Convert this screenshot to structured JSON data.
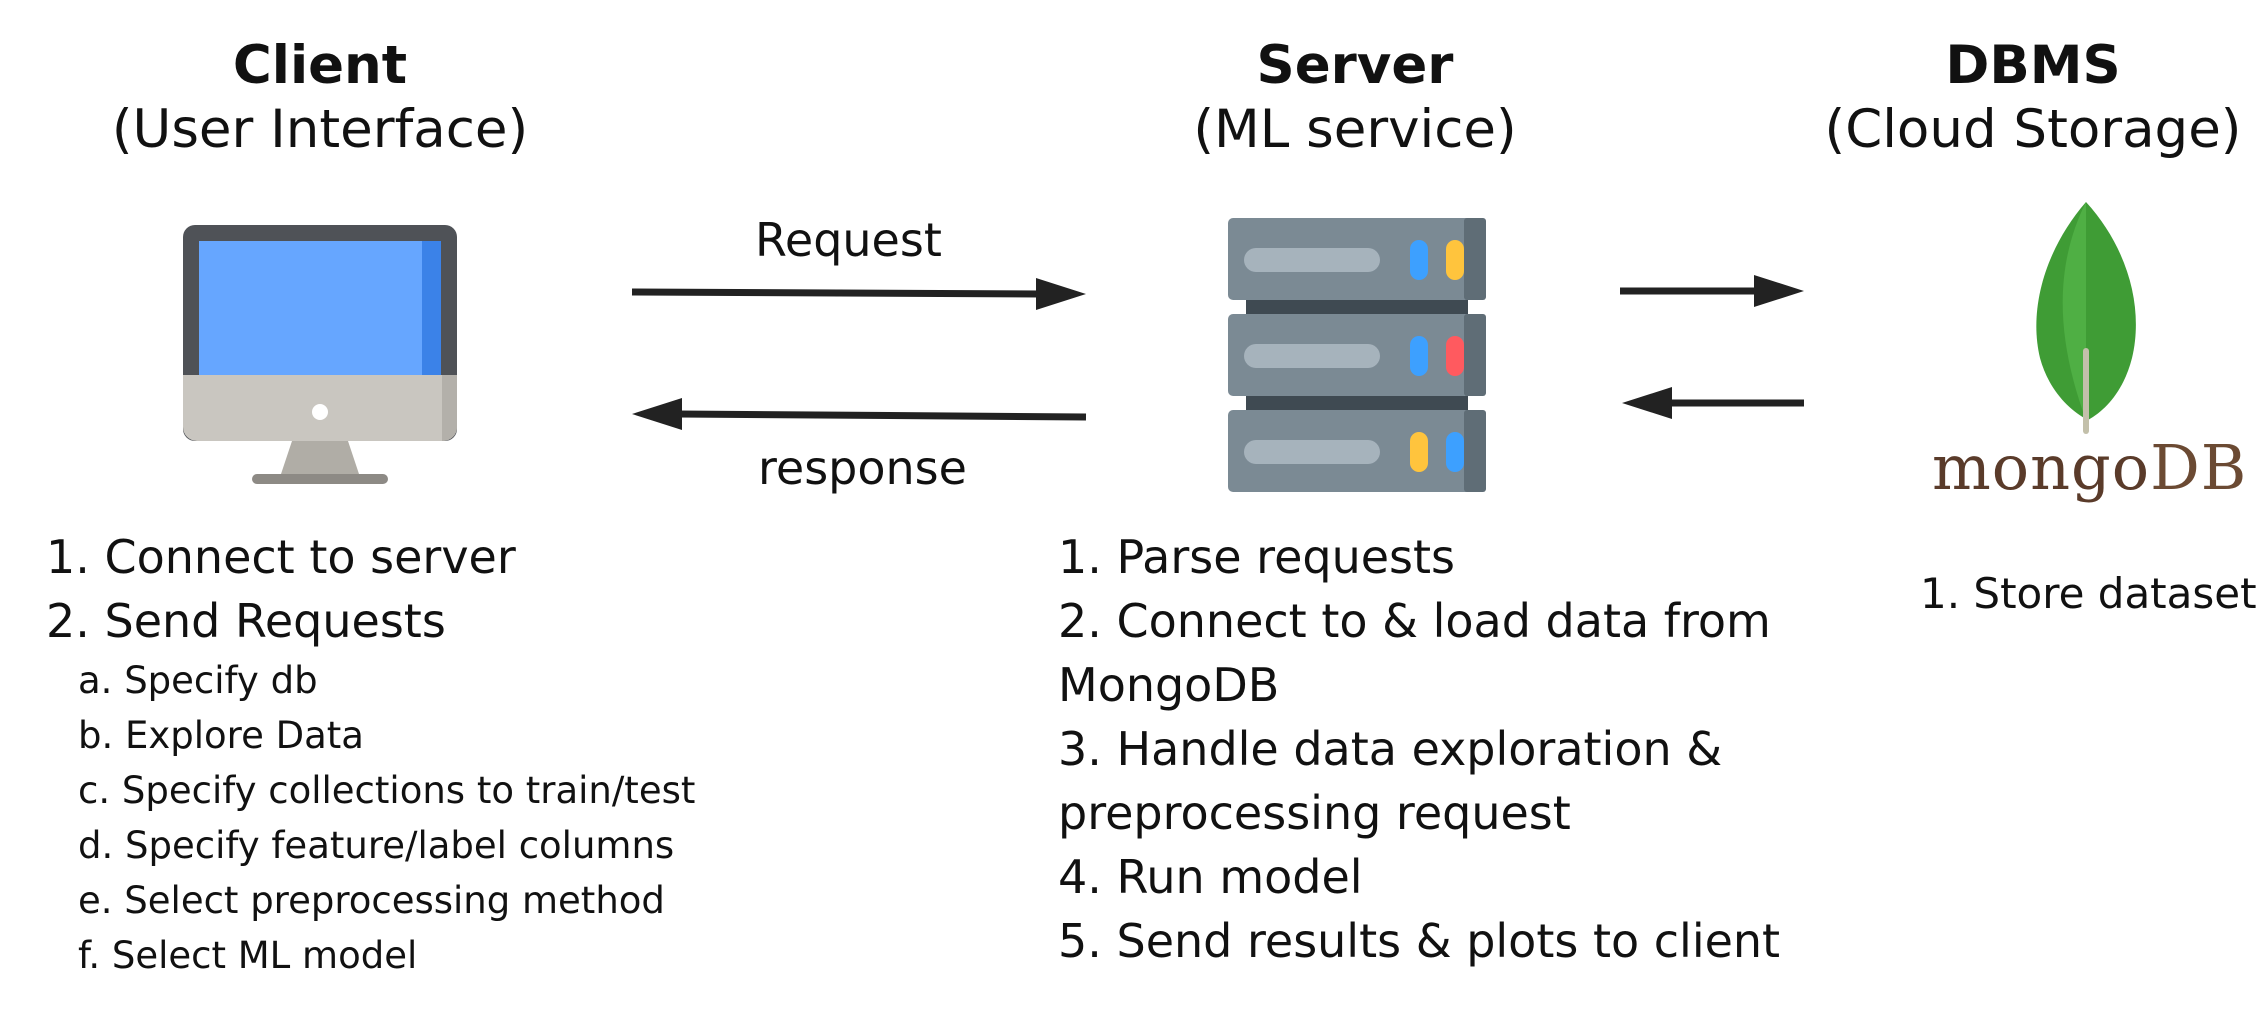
{
  "client": {
    "title": "Client",
    "subtitle": "(User Interface)",
    "steps": [
      "1. Connect to server",
      "2. Send Requests"
    ],
    "substeps": [
      "a. Specify db",
      "b. Explore Data",
      "c. Specify collections to train/test",
      "d. Specify feature/label columns",
      "e. Select preprocessing method",
      "f. Select ML model"
    ]
  },
  "server": {
    "title": "Server",
    "subtitle": "(ML service)",
    "steps": [
      "1. Parse requests",
      "2. Connect to & load data from",
      "MongoDB",
      "3. Handle data exploration &",
      "preprocessing request",
      "4. Run model",
      "5. Send results & plots to client"
    ]
  },
  "dbms": {
    "title": "DBMS",
    "subtitle": "(Cloud Storage)",
    "logo_text_part1": "mongo",
    "logo_text_part2": "DB",
    "steps": [
      "1. Store dataset"
    ]
  },
  "arrows": {
    "request_label": "Request",
    "response_label": "response"
  },
  "colors": {
    "monitor_screen": "#66a6ff",
    "server_body": "#7b8a94",
    "leaf_green": "#3f9c35",
    "mongo_brown": "#5a3b2a"
  },
  "icons": {
    "client": "desktop-monitor-icon",
    "server": "server-rack-icon",
    "dbms": "mongodb-logo-icon"
  }
}
